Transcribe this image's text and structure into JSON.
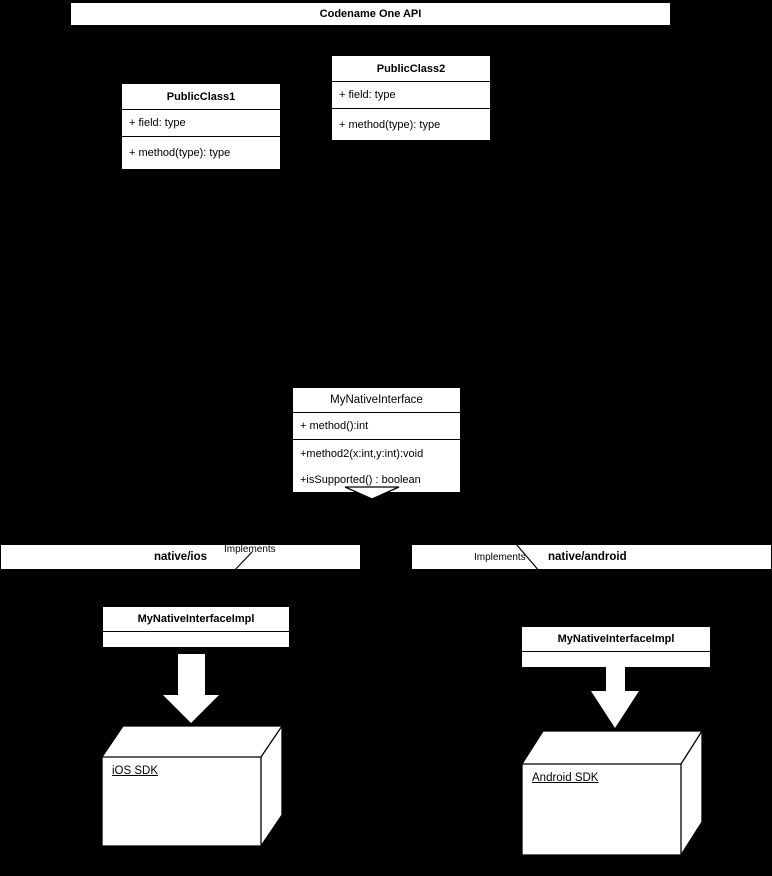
{
  "diagram": {
    "title": "Codename One API",
    "background_color": "#000000",
    "shape_fill": "#ffffff",
    "stroke_color": "#000000"
  },
  "api_banner": {
    "label": "Codename One API"
  },
  "public_class_1": {
    "name": "PublicClass1",
    "field": "+ field: type",
    "method": "+ method(type): type"
  },
  "public_class_2": {
    "name": "PublicClass2",
    "field": "+ field: type",
    "method": "+ method(type): type"
  },
  "native_interface": {
    "name": "MyNativeInterface",
    "methods": [
      "+ method():int",
      "+method2(x:int,y:int):void",
      "+isSupported() : boolean"
    ]
  },
  "ios_package": {
    "label": "native/ios",
    "implements_label": "Implements"
  },
  "android_package": {
    "label": "native/android",
    "implements_label": "Implements"
  },
  "ios_impl": {
    "name": "MyNativeInterfaceImpl",
    "body": ""
  },
  "android_impl": {
    "name": "MyNativeInterfaceImpl",
    "body": ""
  },
  "ios_sdk": {
    "label": "iOS SDK"
  },
  "android_sdk": {
    "label": "Android SDK"
  },
  "icons": {
    "generalization_arrowhead": "hollow-triangle-icon",
    "dependency_arrow_ios": "block-arrow-down-icon",
    "dependency_arrow_android": "block-arrow-down-icon"
  }
}
